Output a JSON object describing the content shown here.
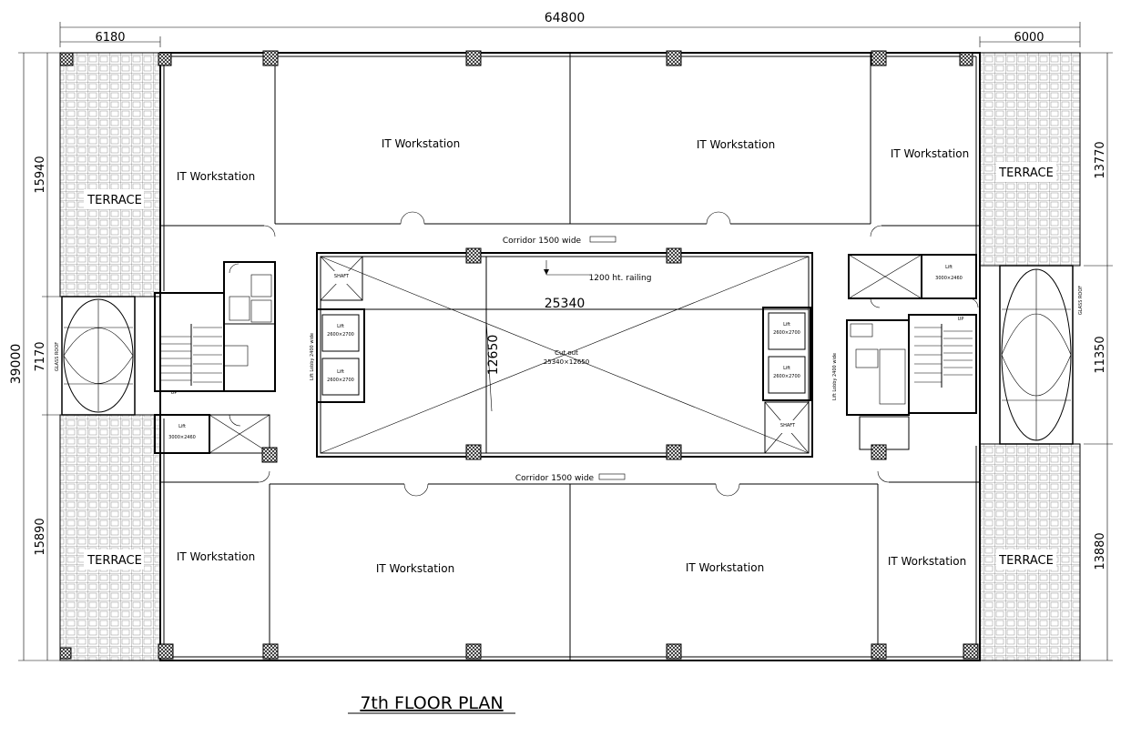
{
  "plan": {
    "title": "7th FLOOR PLAN",
    "dimensions": {
      "overall_width": "64800",
      "left_bay": "6180",
      "right_bay": "6000",
      "overall_height": "39000",
      "left_top": "15940",
      "left_mid": "7170",
      "left_bottom": "15890",
      "right_top": "13770",
      "right_mid": "11350",
      "right_bottom": "13880",
      "cutout_width": "25340",
      "cutout_height": "12650"
    },
    "rooms": {
      "workstation": "IT Workstation",
      "terrace": "TERRACE",
      "cutout": "Cut out",
      "cutout_size": "25340×12650",
      "corridor_top": "Corridor 1500 wide",
      "corridor_bottom": "Corridor 1500 wide",
      "railing": "1200 ht. railing",
      "lift": "Lift",
      "lift_size_a": "2600×2700",
      "lift_size_b": "3000×2460",
      "shaft": "SHAFT",
      "lift_lobby": "Lift Lobby 2400 wide",
      "glass_roof": "GLASS ROOF",
      "up": "UP"
    }
  }
}
